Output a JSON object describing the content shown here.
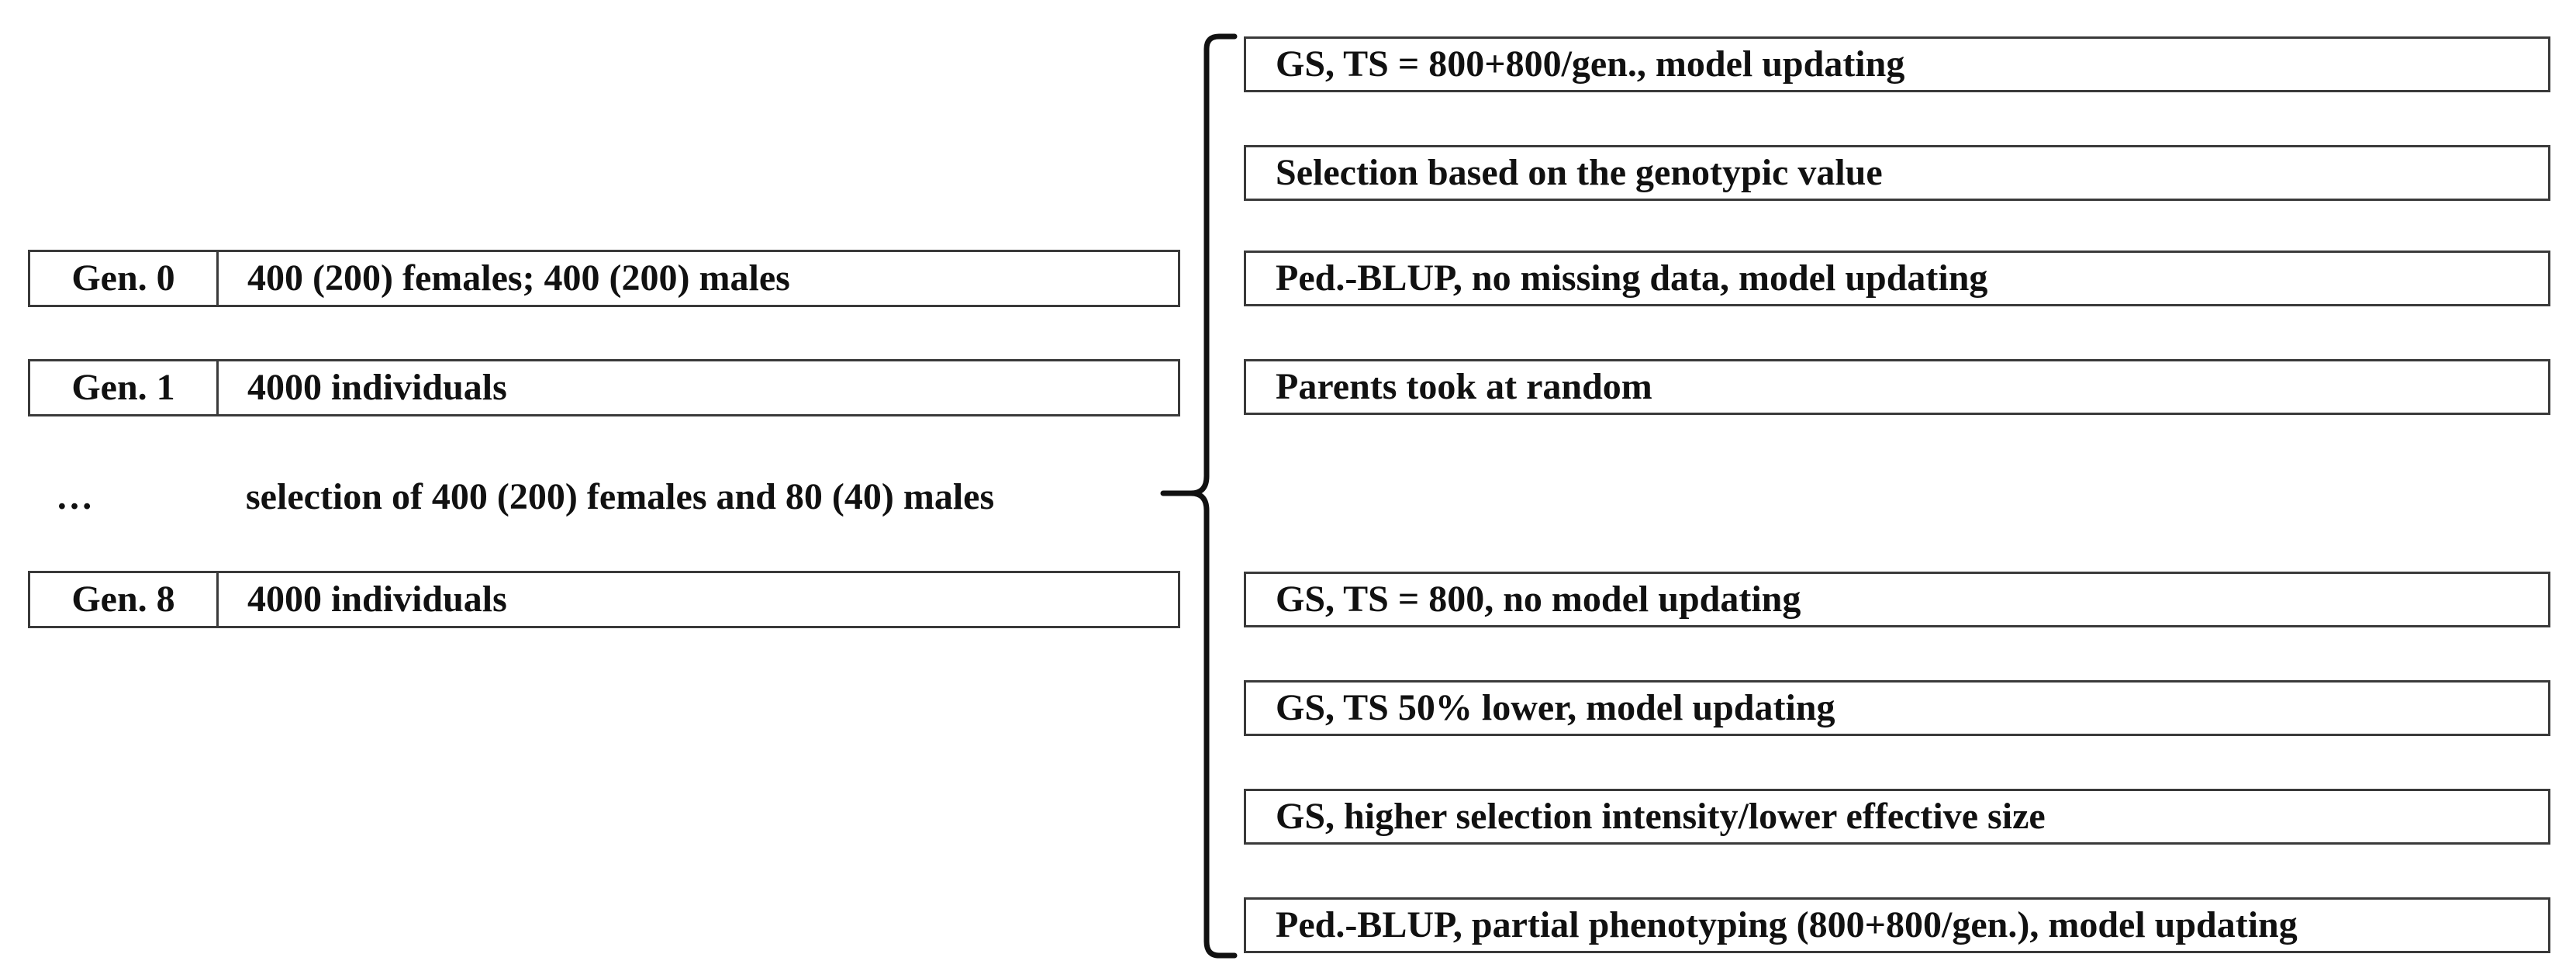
{
  "generations": [
    {
      "label": "Gen. 0",
      "text": "400 (200) females; 400 (200) males"
    },
    {
      "label": "Gen. 1",
      "text": "4000 individuals"
    },
    {
      "label": "Gen. 8",
      "text": "4000 individuals"
    }
  ],
  "ellipsis": "…",
  "selection_note": "selection of 400 (200) females and 80 (40) males",
  "scenarios": [
    "GS, TS = 800+800/gen., model updating",
    "Selection based on the genotypic value",
    "Ped.-BLUP, no missing data, model updating",
    "Parents took at random",
    "GS, TS = 800, no model updating",
    "GS, TS 50% lower, model updating",
    "GS, higher selection intensity/lower effective size",
    "Ped.-BLUP, partial phenotyping (800+800/gen.), model updating"
  ]
}
